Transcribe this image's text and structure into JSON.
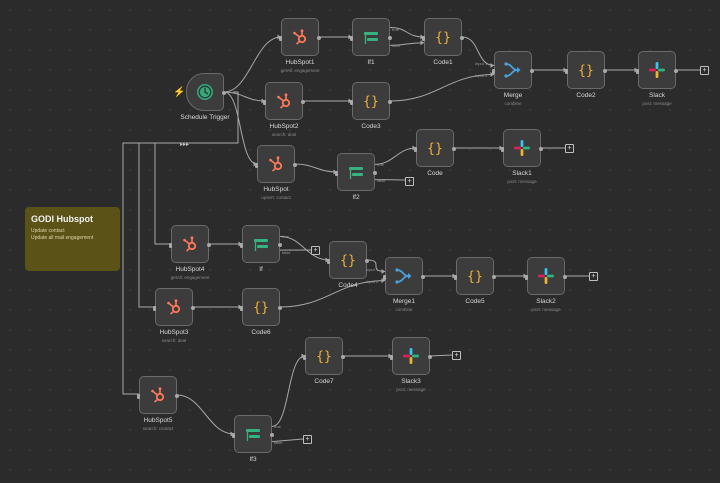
{
  "note": {
    "title": "GODI Hubspot",
    "lines": [
      "Update contact",
      "Update all mail engagement"
    ]
  },
  "nodes": [
    {
      "id": "trigger",
      "label": "Schedule Trigger",
      "subtitle": "",
      "icon": "clock-icon"
    },
    {
      "id": "hubspot1",
      "label": "HubSpot1",
      "subtitle": "getAll: engagement",
      "icon": "hubspot-icon"
    },
    {
      "id": "if1",
      "label": "If1",
      "subtitle": "",
      "icon": "if-icon"
    },
    {
      "id": "code1",
      "label": "Code1",
      "subtitle": "",
      "icon": "code-icon"
    },
    {
      "id": "hubspot2",
      "label": "HubSpot2",
      "subtitle": "search: deal",
      "icon": "hubspot-icon"
    },
    {
      "id": "code3",
      "label": "Code3",
      "subtitle": "",
      "icon": "code-icon"
    },
    {
      "id": "merge",
      "label": "Merge",
      "subtitle": "combine",
      "icon": "merge-icon"
    },
    {
      "id": "code2",
      "label": "Code2",
      "subtitle": "",
      "icon": "code-icon"
    },
    {
      "id": "slack",
      "label": "Slack",
      "subtitle": "post: message",
      "icon": "slack-icon"
    },
    {
      "id": "hubspot",
      "label": "HubSpot",
      "subtitle": "upsert: contact",
      "icon": "hubspot-icon"
    },
    {
      "id": "if2",
      "label": "If2",
      "subtitle": "",
      "icon": "if-icon"
    },
    {
      "id": "code",
      "label": "Code",
      "subtitle": "",
      "icon": "code-icon"
    },
    {
      "id": "slack1",
      "label": "Slack1",
      "subtitle": "post: message",
      "icon": "slack-icon"
    },
    {
      "id": "hubspot4",
      "label": "HubSpot4",
      "subtitle": "getAll: engagement",
      "icon": "hubspot-icon"
    },
    {
      "id": "if",
      "label": "If",
      "subtitle": "",
      "icon": "if-icon"
    },
    {
      "id": "code4",
      "label": "Code4",
      "subtitle": "",
      "icon": "code-icon"
    },
    {
      "id": "merge1",
      "label": "Merge1",
      "subtitle": "combine",
      "icon": "merge-icon"
    },
    {
      "id": "code5",
      "label": "Code5",
      "subtitle": "",
      "icon": "code-icon"
    },
    {
      "id": "slack2",
      "label": "Slack2",
      "subtitle": "post: message",
      "icon": "slack-icon"
    },
    {
      "id": "hubspot3",
      "label": "HubSpot3",
      "subtitle": "search: deal",
      "icon": "hubspot-icon"
    },
    {
      "id": "code6",
      "label": "Code6",
      "subtitle": "",
      "icon": "code-icon"
    },
    {
      "id": "code7",
      "label": "Code7",
      "subtitle": "",
      "icon": "code-icon"
    },
    {
      "id": "slack3",
      "label": "Slack3",
      "subtitle": "post: message",
      "icon": "slack-icon"
    },
    {
      "id": "hubspot5",
      "label": "HubSpot5",
      "subtitle": "search: contact",
      "icon": "hubspot-icon"
    },
    {
      "id": "if3",
      "label": "If3",
      "subtitle": "",
      "icon": "if-icon"
    }
  ],
  "branch_labels": {
    "true": "true",
    "false": "false",
    "input1": "Input 1",
    "input2": "Input 2"
  },
  "plus_symbol": "+",
  "colors": {
    "hubspot": "#ff7a59",
    "if": "#35b27f",
    "code": "#f2b233",
    "merge": "#4aa3df",
    "trigger": "#3aa57c",
    "edge": "#a8a8a8",
    "note": "#5b5217"
  }
}
